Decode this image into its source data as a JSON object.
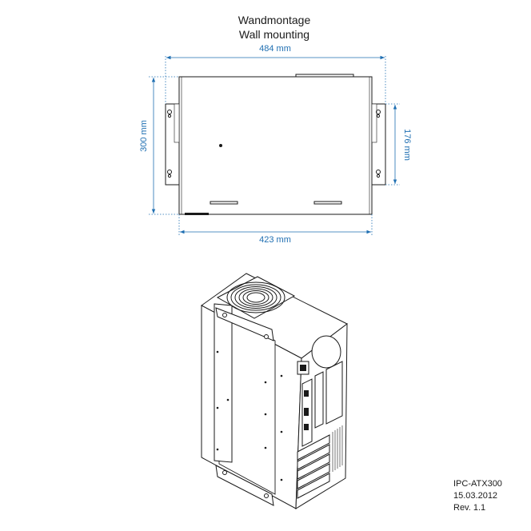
{
  "title_de": "Wandmontage",
  "title_en": "Wall mounting",
  "dimensions": {
    "top_width": "484 mm",
    "bottom_width": "423 mm",
    "left_height": "300 mm",
    "right_height": "176 mm"
  },
  "info": {
    "model": "IPC-ATX300",
    "date": "15.03.2012",
    "revision": "Rev. 1.1"
  },
  "colors": {
    "dimension_line": "#1f6fb2",
    "outline": "#1a1a1a"
  }
}
